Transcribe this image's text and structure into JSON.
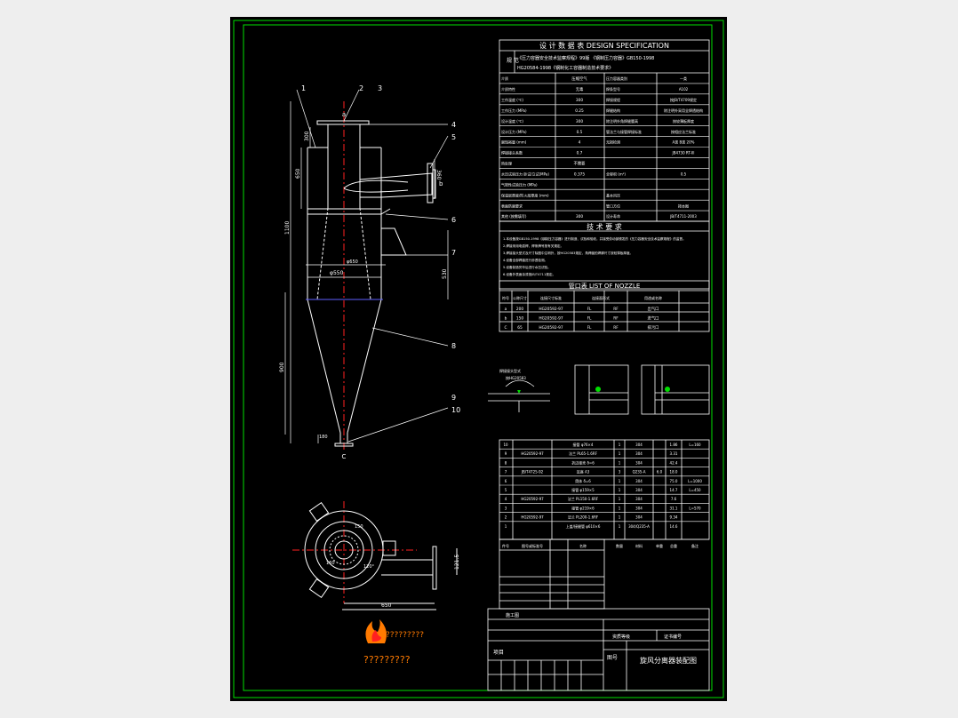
{
  "spec": {
    "title": "设 计 数 据 表   DESIGN SPECIFICATION",
    "std_label": "规 范",
    "std_line1": "《压力容器安全技术监察规程》99版 《钢制压力容器》GB150-1998",
    "std_line2": "HG20584-1998《钢制化工容器制造技术要求》",
    "rows": [
      {
        "l": "介质",
        "v": "压缩空气",
        "l2": "压力容器类别",
        "v2": "一类"
      },
      {
        "l": "介质特性",
        "v": "无毒",
        "l2": "焊条型号",
        "v2": "A102"
      },
      {
        "l": "工作温度 (℃)",
        "v": "300",
        "l2": "焊接规程",
        "v2": "按JB/T4709规定"
      },
      {
        "l": "工作压力 (MPa)",
        "v": "0.25",
        "l2": "焊缝结构",
        "v2": "除注明外采用全焊透结构"
      },
      {
        "l": "设计温度 (℃)",
        "v": "300",
        "l2": "除注明外角焊缝腰高",
        "v2": "按较薄板厚度"
      },
      {
        "l": "设计压力 (MPa)",
        "v": "0.5",
        "l2": "管法兰与接管焊接标准",
        "v2": "按相应法兰标准"
      },
      {
        "l": "腐蚀裕量 (mm)",
        "v": "4",
        "l2": "无损检测",
        "v2": "A类 B类 20%"
      },
      {
        "l": "焊接接头系数",
        "v": "0.7",
        "l2": "",
        "v2": "JB4730 RT-III"
      },
      {
        "l": "热处理",
        "v": "不需要",
        "l2": "",
        "v2": ""
      },
      {
        "l": "水压试验压力 卧试/立试(MPa)",
        "v": "0.375",
        "l2": "全容积 (m³)",
        "v2": "0.5"
      },
      {
        "l": "气密性试验压力 (MPa)",
        "v": "",
        "l2": "",
        "v2": ""
      },
      {
        "l": "保温层厚度/防火层厚度 (mm)",
        "v": "",
        "l2": "基本风压",
        "v2": "",
        "l3": "地震烈度"
      },
      {
        "l": "表面防腐要求",
        "v": "",
        "l2": "管口方位",
        "v2": "按本图"
      },
      {
        "l": "其他 (按需填写)",
        "v": "300",
        "l2": "设计寿命",
        "v2": "JB/T4711-2003"
      }
    ]
  },
  "tech": {
    "title": "技 术 要 求",
    "items": [
      "1.本设备按GB150-1998《钢制压力容器》进行制造、试验和验收，并接受劳动部颁发的《压力容器安全技术监察规程》的监督。",
      "2.焊接采用电弧焊，焊条牌号按有关规定。",
      "3.焊接接头型式及尺寸除图中注明外，按HG20583规定，角焊缝的焊脚尺寸按较薄板厚度。",
      "4.设备全部焊缝进行渗透检测。",
      "5.设备制造完毕后进行水压试验。",
      "6.设备外表面涂漆按JB/T4711规定。"
    ]
  },
  "nozzles": {
    "title": "管口表    LIST OF NOZZLE",
    "headers": [
      "符号",
      "公称尺寸",
      "连接尺寸标准",
      "连接面形式",
      "用途或名称"
    ],
    "rows": [
      [
        "a",
        "200",
        "HG20592-97",
        "FL",
        "RF",
        "出气口"
      ],
      [
        "b",
        "150",
        "HG20592-97",
        "FL",
        "RF",
        "进气口"
      ],
      [
        "C",
        "65",
        "HG20592-97",
        "FL",
        "RF",
        "排污口"
      ]
    ]
  },
  "weld_labels": [
    "焊接接头型式",
    "按HG20583"
  ],
  "parts": {
    "rows": [
      [
        "10",
        "",
        "接管 φ76×4",
        "1",
        "304",
        "",
        "1.86",
        "L=160"
      ],
      [
        "9",
        "HG20592-97",
        "法兰 PL65-1.6RF",
        "1",
        "304",
        "",
        "3.31",
        ""
      ],
      [
        "8",
        "",
        "折边锥壳 δ=6",
        "1",
        "304",
        "",
        "42.4",
        ""
      ],
      [
        "7",
        "JB/T4725-92",
        "耳座 A3",
        "3",
        "Q235-A",
        "6.0",
        "18.0",
        ""
      ],
      [
        "6",
        "",
        "筒体 δ=6",
        "1",
        "304",
        "",
        "75.0",
        "L=1000"
      ],
      [
        "5",
        "",
        "接管 φ159×5",
        "1",
        "304",
        "",
        "14.7",
        "L=450"
      ],
      [
        "4",
        "HG20592-97",
        "法兰 PL150-1.6RF",
        "1",
        "304",
        "",
        "7.6",
        ""
      ],
      [
        "3",
        "",
        "接管 φ219×6",
        "1",
        "304",
        "",
        "31.1",
        "L=570"
      ],
      [
        "2",
        "HG20592-97",
        "法兰 PL200-1.6RF",
        "1",
        "304",
        "",
        "9.34",
        ""
      ],
      [
        "1",
        "",
        "上盖/接缝管 φ610×6",
        "1",
        "304/Q235-A",
        "",
        "14.6",
        ""
      ]
    ],
    "header": [
      "件号",
      "图号或标准号",
      "名称",
      "数量",
      "材料",
      "单重",
      "总重",
      "备注"
    ]
  },
  "title_block": {
    "drawing_name": "旋风分离器装配图",
    "org_mark": "?????????",
    "org_text": "?????????",
    "stage": "施工图",
    "qualification": "资质等级",
    "cert_no": "证书编号",
    "grade_label": "图号",
    "project": "项目"
  },
  "drawing": {
    "balloons": [
      "1",
      "2",
      "3",
      "4",
      "5",
      "6",
      "7",
      "8",
      "9",
      "10"
    ],
    "dims": [
      "300",
      "650",
      "1100",
      "360",
      "φ550",
      "φ650",
      "530",
      "900",
      "180",
      "650",
      "121.5",
      "150",
      "120°",
      "160"
    ],
    "nozzle_letters": [
      "a",
      "b",
      "C"
    ]
  },
  "colors": {
    "line": "#ffffff",
    "frame": "#00e000",
    "center": "#ff2020",
    "dim": "#ffffff"
  }
}
